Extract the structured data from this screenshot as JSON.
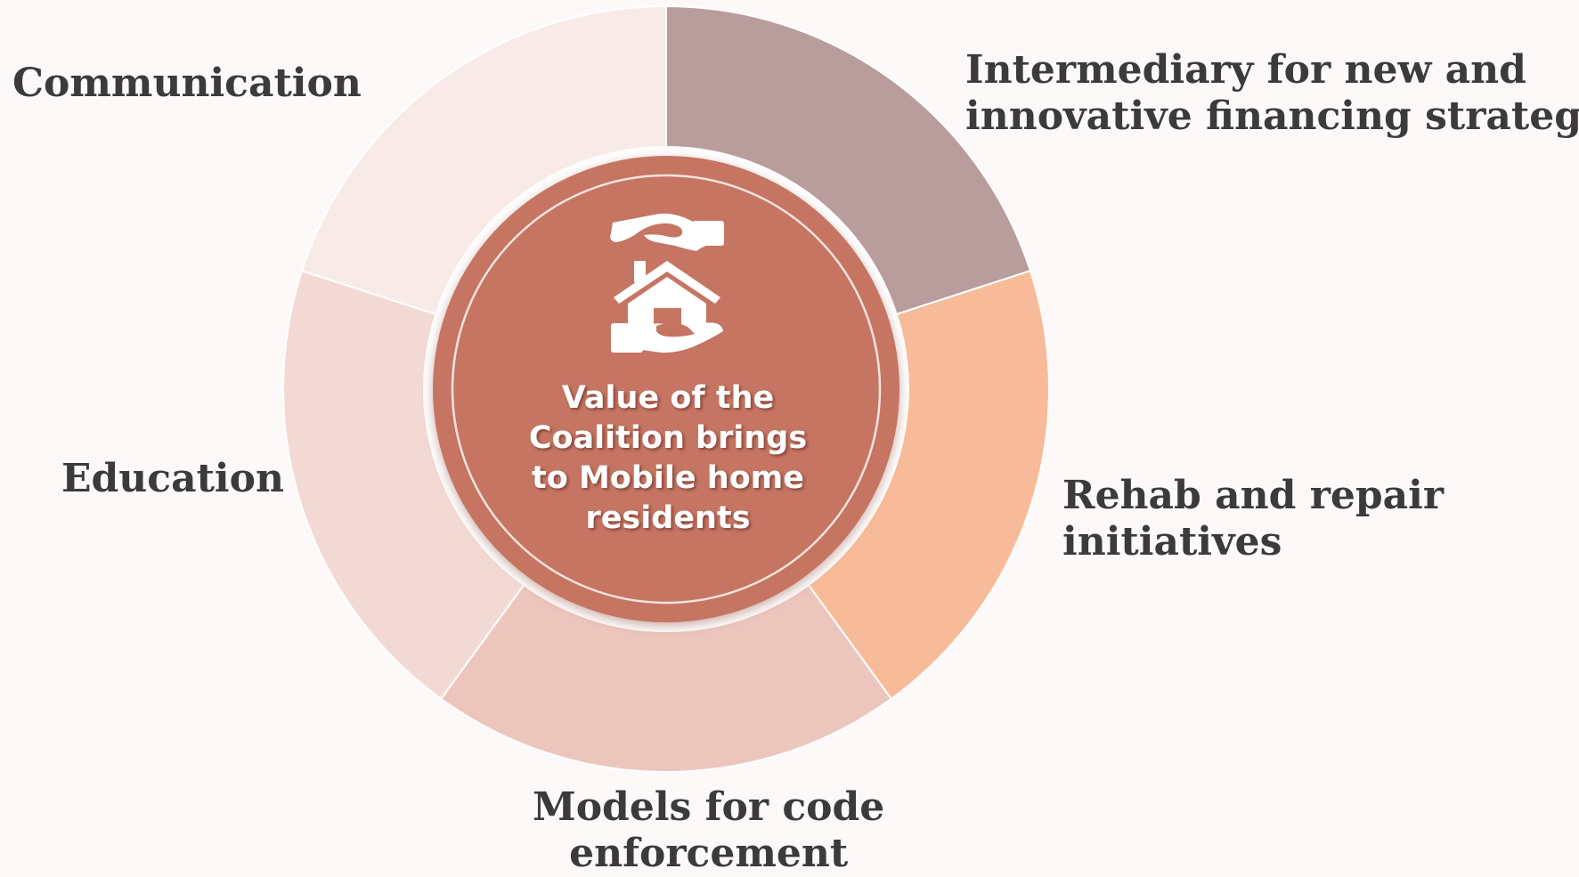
{
  "center": {
    "lines": [
      "Value of the",
      "Coalition brings",
      "to Mobile home",
      "residents"
    ],
    "icon": "hands-holding-house-icon",
    "color": "#c57462"
  },
  "segments": [
    {
      "key": "financing",
      "lines": [
        "Intermediary for new and",
        "innovative financing strategies"
      ],
      "color": "#b99c9c"
    },
    {
      "key": "rehab",
      "lines": [
        "Rehab and repair",
        "initiatives"
      ],
      "color": "#f8bb99"
    },
    {
      "key": "code",
      "lines": [
        "Models for code",
        "enforcement"
      ],
      "color": "#ecc6bd"
    },
    {
      "key": "education",
      "lines": [
        "Education"
      ],
      "color": "#f3d9d4"
    },
    {
      "key": "communication",
      "lines": [
        "Communication"
      ],
      "color": "#f8eae7"
    }
  ]
}
